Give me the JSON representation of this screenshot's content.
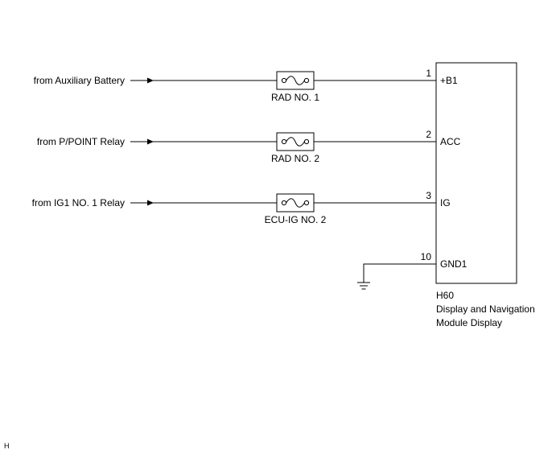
{
  "inputs": [
    {
      "source": "from Auxiliary Battery",
      "fuse": "RAD NO. 1",
      "pin": "1",
      "terminal": "+B1"
    },
    {
      "source": "from P/POINT Relay",
      "fuse": "RAD NO. 2",
      "pin": "2",
      "terminal": "ACC"
    },
    {
      "source": "from IG1 NO. 1 Relay",
      "fuse": "ECU-IG NO. 2",
      "pin": "3",
      "terminal": "IG"
    }
  ],
  "ground": {
    "pin": "10",
    "terminal": "GND1"
  },
  "module": {
    "code": "H60",
    "name_line1": "Display and Navigation",
    "name_line2": "Module Display"
  },
  "corner_mark": "H"
}
